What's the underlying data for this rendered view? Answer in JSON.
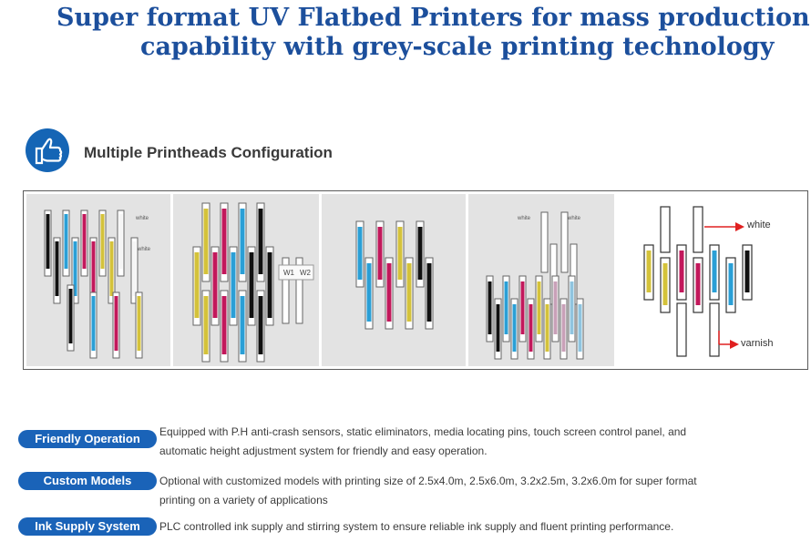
{
  "header": {
    "title_line1": "Super format UV Flatbed Printers for mass production",
    "title_line2": "capability with grey-scale printing technology"
  },
  "section": {
    "icon": "thumbs-up-icon",
    "title": "Multiple Printheads Configuration"
  },
  "panels": [
    {
      "name": "config-1",
      "labels": [
        "white",
        "white"
      ]
    },
    {
      "name": "config-2",
      "labels": [
        "W1",
        "W2"
      ]
    },
    {
      "name": "config-3",
      "labels": []
    },
    {
      "name": "config-4",
      "labels": [
        "white",
        "white"
      ]
    },
    {
      "name": "config-5",
      "labels": [
        "white",
        "varnish"
      ]
    }
  ],
  "features": [
    {
      "label": "Friendly Operation",
      "text_line1": "Equipped with P.H anti-crash sensors, static eliminators, media locating pins, touch screen control panel, and",
      "text_line2": "automatic height adjustment system for friendly and easy operation."
    },
    {
      "label": "Custom Models",
      "text_line1": "Optional with customized models with printing size of 2.5x4.0m, 2.5x6.0m, 3.2x2.5m, 3.2x6.0m for super format",
      "text_line2": "printing on a variety of applications"
    },
    {
      "label": "Ink Supply System",
      "text_line1": "PLC controlled ink supply and stirring system to ensure reliable ink supply and fluent printing performance."
    }
  ],
  "colors": {
    "brand_blue": "#1a63b8",
    "title_blue": "#1c4f9c",
    "cyan": "#2a9fd6",
    "magenta": "#c2185b",
    "yellow": "#d4c23a",
    "black": "#111111",
    "arrow_red": "#e02020"
  }
}
